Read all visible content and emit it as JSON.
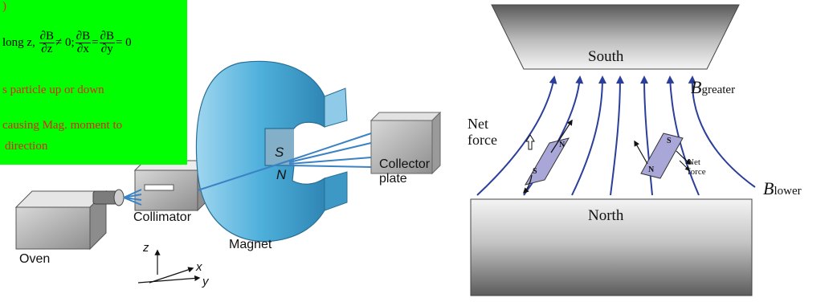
{
  "notes": {
    "line1": ")",
    "line2_prefix": "long z,",
    "frac_num": "∂B",
    "frac_den_z": "∂z",
    "frac_den_x": "∂x",
    "frac_den_y": "∂y",
    "neq0": "≠ 0;",
    "eq": "=",
    "eq0": "= 0",
    "line3": "s particle up or down",
    "line4": " causing Mag. moment to",
    "line5": "direction"
  },
  "apparatus": {
    "magnet_s": "S",
    "magnet_n": "N",
    "collector": [
      "Collector",
      "plate"
    ],
    "collimator": "Collimator",
    "magnet": "Magnet",
    "oven": "Oven",
    "axis_z": "z",
    "axis_x": "x",
    "axis_y": "y"
  },
  "field_diagram": {
    "south": "South",
    "north": "North",
    "b_greater": "B",
    "b_greater_sub": "greater",
    "b_lower": "B",
    "b_lower_sub": "lower",
    "net_force_left": [
      "Net",
      "force"
    ],
    "net_force_right": [
      "Net",
      "force"
    ],
    "dipole_left_n": "N",
    "dipole_left_s": "S",
    "dipole_right_s": "S",
    "dipole_right_n": "N"
  },
  "colors": {
    "notes_bg": "#00ff00",
    "notes_text": "#e0241b",
    "magnet_blue": "#5bb6df",
    "field_line": "#2b3f9a",
    "dipole_fill": "#a9a6d8"
  }
}
